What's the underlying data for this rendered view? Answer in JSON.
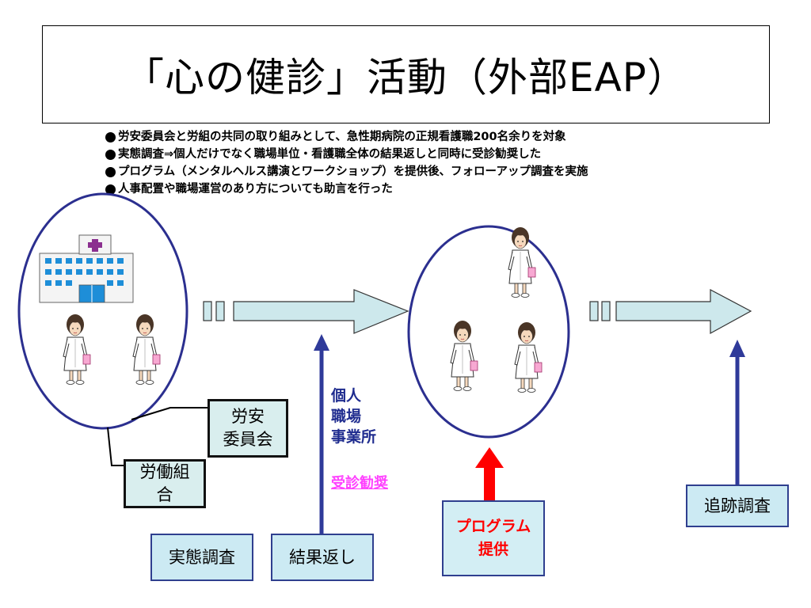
{
  "title": "「心の健診」活動（外部EAP）",
  "bullets": [
    "労安委員会と労組の共同の取り組みとして、急性期病院の正規看護職200名余りを対象",
    "実態調査⇒個人だけでなく職場単位・看護職全体の結果返しと同時に受診勧奨した",
    "プログラム（メンタルヘルス講演とワークショップ）を提供後、フォローアップ調査を実施",
    "人事配置や職場運営のあり方についても助言を行った"
  ],
  "labels": {
    "roan_line1": "労安",
    "roan_line2": "委員会",
    "union_line1": "労働組",
    "union_line2": "合",
    "survey": "実態調査",
    "feedback": "結果返し",
    "program_line1": "プログラム",
    "program_line2": "提供",
    "followup": "追跡調査",
    "levels": [
      "個人",
      "職場",
      "事業所"
    ],
    "recommend": "受診勧奨"
  },
  "colors": {
    "ellipse_border": "#2b2f8f",
    "arrow_fill": "#cde8ec",
    "up_arrow": "#2f3a9a",
    "program_arrow": "#ff0000",
    "recommend_text": "#ff40ff"
  },
  "icons": [
    "hospital-icon",
    "nurse-icon"
  ]
}
